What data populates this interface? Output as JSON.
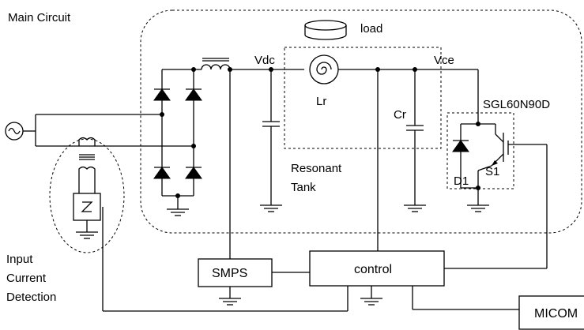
{
  "labels": {
    "main_circuit": "Main Circuit",
    "load": "load",
    "vdc": "Vdc",
    "vce": "Vce",
    "lr": "Lr",
    "cr": "Cr",
    "switch_part": "SGL60N90D",
    "resonant": "Resonant",
    "tank": "Tank",
    "d1": "D1",
    "s1": "S1",
    "input": "Input",
    "current": "Current",
    "detection": "Detection",
    "smps": "SMPS",
    "control": "control",
    "micom": "MICOM"
  },
  "colors": {
    "control_fill": "#bdbdbd",
    "wire": "#000000"
  }
}
